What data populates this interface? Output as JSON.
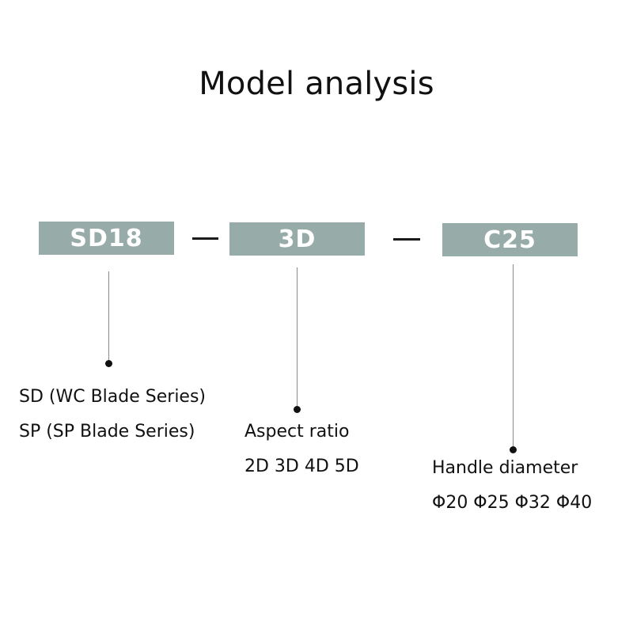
{
  "title": "Model analysis",
  "box_color": "#97aba8",
  "codes": [
    "SD18",
    "3D",
    "C25"
  ],
  "descriptions": [
    {
      "lines": [
        "SD (WC Blade Series)",
        "SP (SP Blade Series)"
      ]
    },
    {
      "lines": [
        "Aspect ratio",
        "2D 3D 4D 5D"
      ]
    },
    {
      "lines": [
        "Handle diameter",
        "Φ20 Φ25 Φ32 Φ40"
      ]
    }
  ]
}
